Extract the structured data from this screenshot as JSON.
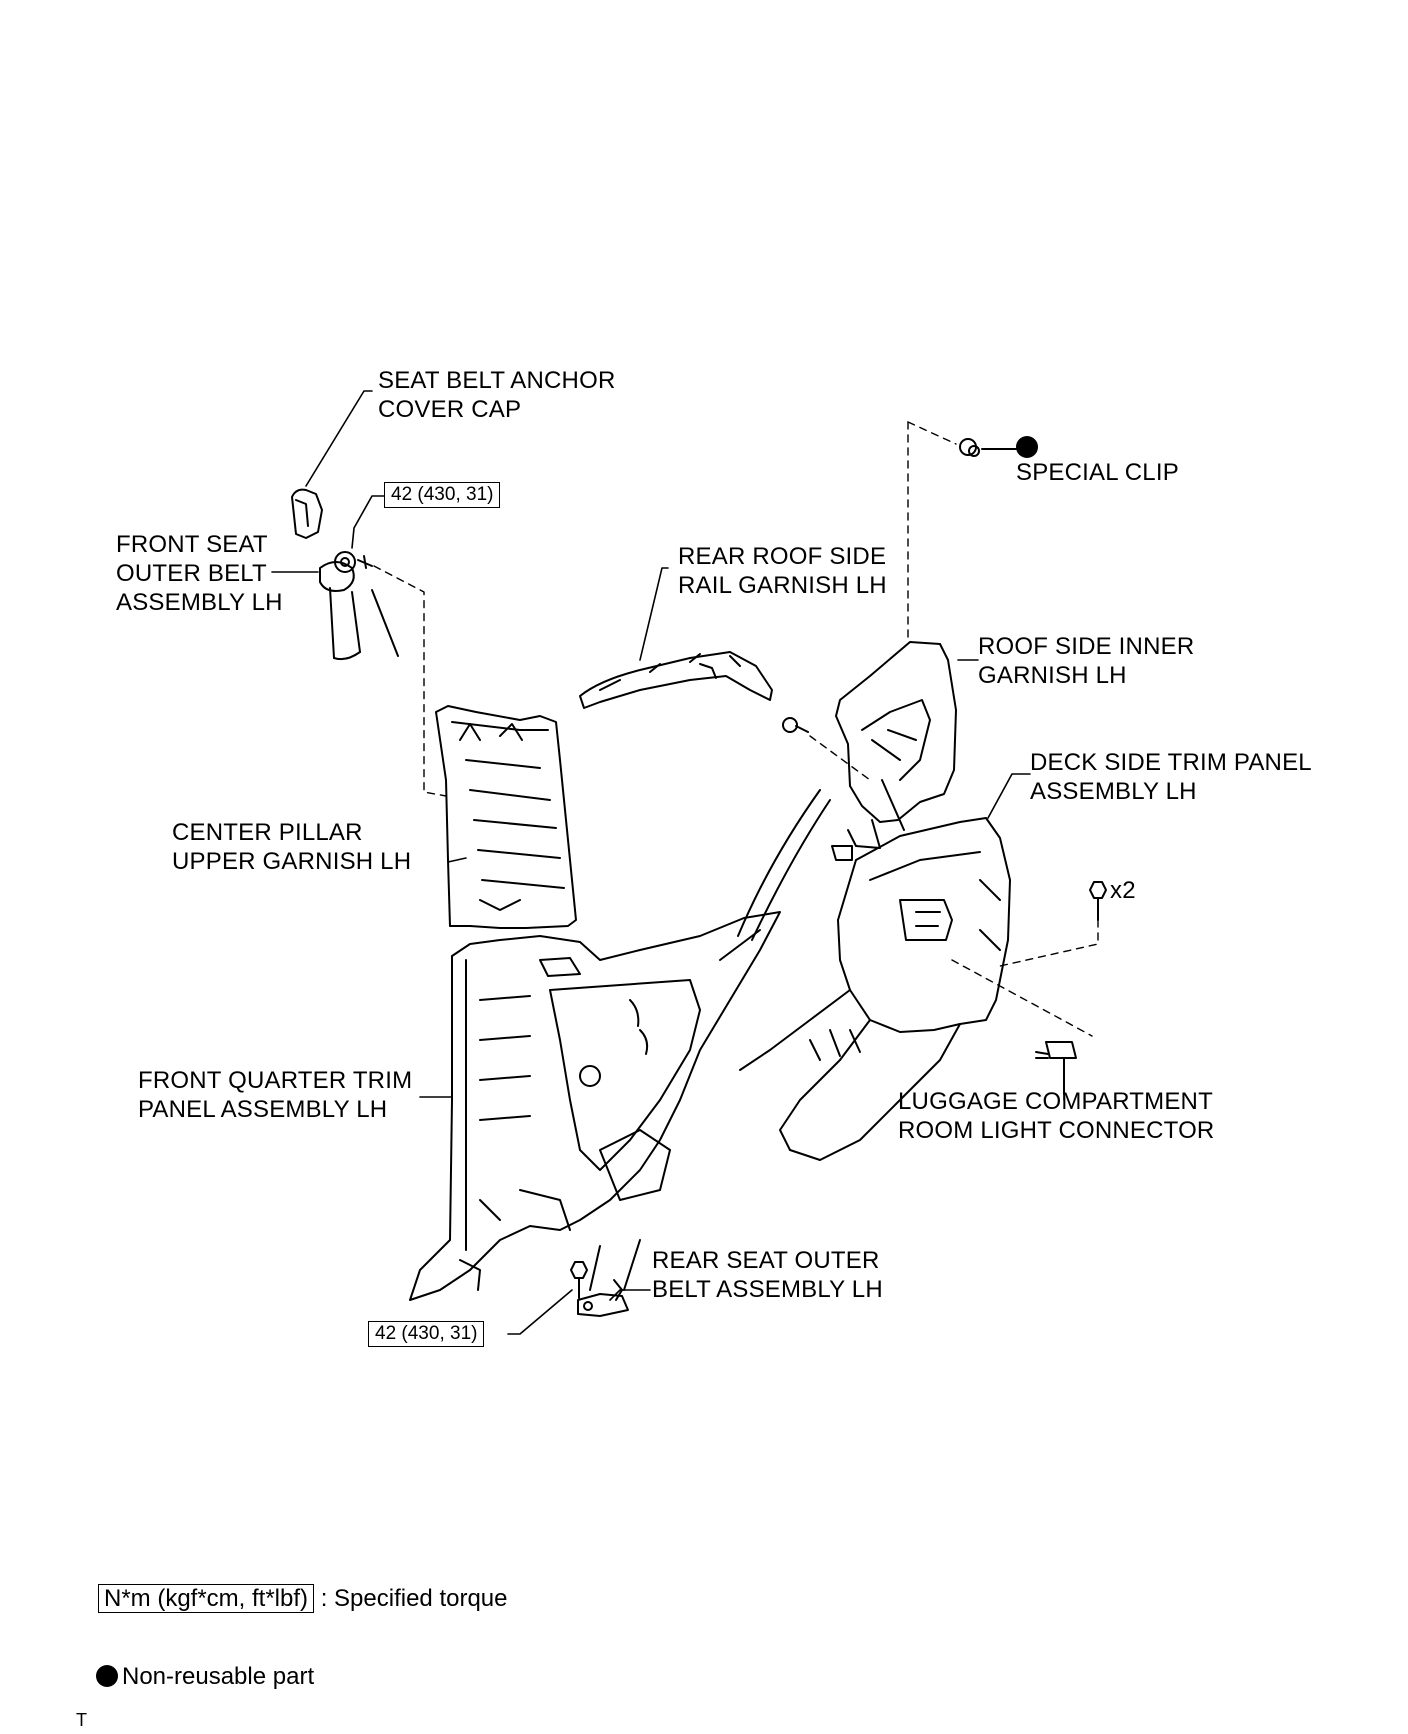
{
  "labels": {
    "seat_belt_anchor_cover_cap": [
      "SEAT BELT ANCHOR",
      "COVER CAP"
    ],
    "front_seat_outer_belt": [
      "FRONT SEAT",
      "OUTER BELT",
      "ASSEMBLY LH"
    ],
    "special_clip": "SPECIAL CLIP",
    "rear_roof_side_rail_garnish": [
      "REAR ROOF SIDE",
      "RAIL GARNISH LH"
    ],
    "roof_side_inner_garnish": [
      "ROOF SIDE INNER",
      "GARNISH LH"
    ],
    "deck_side_trim_panel": [
      "DECK SIDE TRIM PANEL",
      "ASSEMBLY LH"
    ],
    "center_pillar_upper_garnish": [
      "CENTER PILLAR",
      "UPPER GARNISH LH"
    ],
    "front_quarter_trim_panel": [
      "FRONT QUARTER TRIM",
      "PANEL ASSEMBLY LH"
    ],
    "luggage_compartment_connector": [
      "LUGGAGE COMPARTMENT",
      "ROOM LIGHT CONNECTOR"
    ],
    "rear_seat_outer_belt": [
      "REAR SEAT OUTER",
      "BELT ASSEMBLY LH"
    ],
    "bolt_quantity": "x2"
  },
  "torque": {
    "front_anchor": "42 (430, 31)",
    "rear_anchor": "42 (430, 31)"
  },
  "legend": {
    "torque_unit": "N*m (kgf*cm, ft*lbf)",
    "torque_text": ": Specified torque",
    "non_reusable_text": "Non-reusable part"
  },
  "corner_mark": "T",
  "icons": {
    "non_reusable": "filled-circle-icon"
  }
}
